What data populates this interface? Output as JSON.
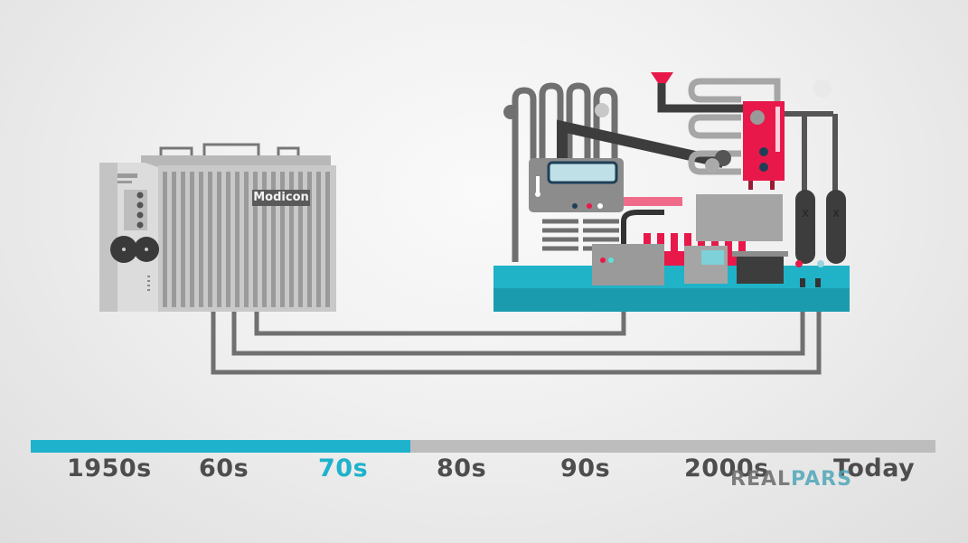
{
  "illustration": {
    "plc": {
      "brand_label": "Modicon"
    },
    "machine": {
      "description": "industrial machine with pipes, gears, gauges and tanks"
    },
    "tank_labels": [
      "X",
      "X"
    ]
  },
  "timeline": {
    "progress_percent": 42,
    "active_index": 2,
    "labels": [
      "1950s",
      "60s",
      "70s",
      "80s",
      "90s",
      "2000s",
      "Today"
    ],
    "colors": {
      "active": "#1fb2cc",
      "inactive_text": "#4d4d4d",
      "track": "#bdbdbd"
    }
  },
  "watermark": {
    "part1": "REAL",
    "part2": "PARS"
  }
}
